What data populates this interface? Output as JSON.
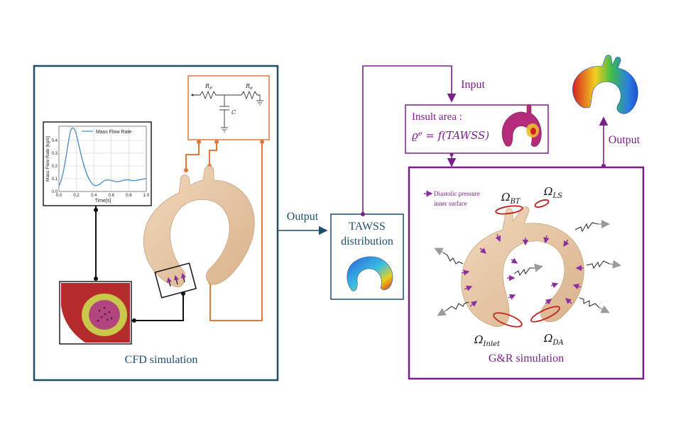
{
  "cfd": {
    "caption": "CFD simulation",
    "plot": {
      "legend": "Mass Flow Rate",
      "xlabel": "Time[s]",
      "ylabel": "Mass Flow Rate [kg/s]",
      "xticks": [
        "0.0",
        "0.2",
        "0.4",
        "0.6",
        "0.8",
        "1.0"
      ],
      "yticks": [
        "0.0",
        "0.1",
        "0.2",
        "0.3",
        "0.4"
      ]
    },
    "circuit": {
      "rp": "R",
      "rp_sub": "P",
      "rd": "R",
      "rd_sub": "d",
      "c": "C"
    }
  },
  "output1": "Output",
  "tawss": {
    "line1": "TAWSS",
    "line2": "distribution"
  },
  "input": "Input",
  "insult": {
    "line1": "Insult area :",
    "line2": "ϱᵉ = f(TAWSS)"
  },
  "output2": "Output",
  "gr": {
    "caption": "G&R simulation",
    "legend_line1": "Diastolic pressure",
    "legend_line2": "inner surface",
    "omega": "Ω",
    "bt_sub": "BT",
    "ls_sub": "LS",
    "inlet_sub": "Inlet",
    "da_sub": "DA"
  },
  "colors": {
    "teal": "#1d4e6b",
    "purple": "#7a1f8a",
    "orange": "#e0793a",
    "aorta": "#e8c9a6"
  }
}
